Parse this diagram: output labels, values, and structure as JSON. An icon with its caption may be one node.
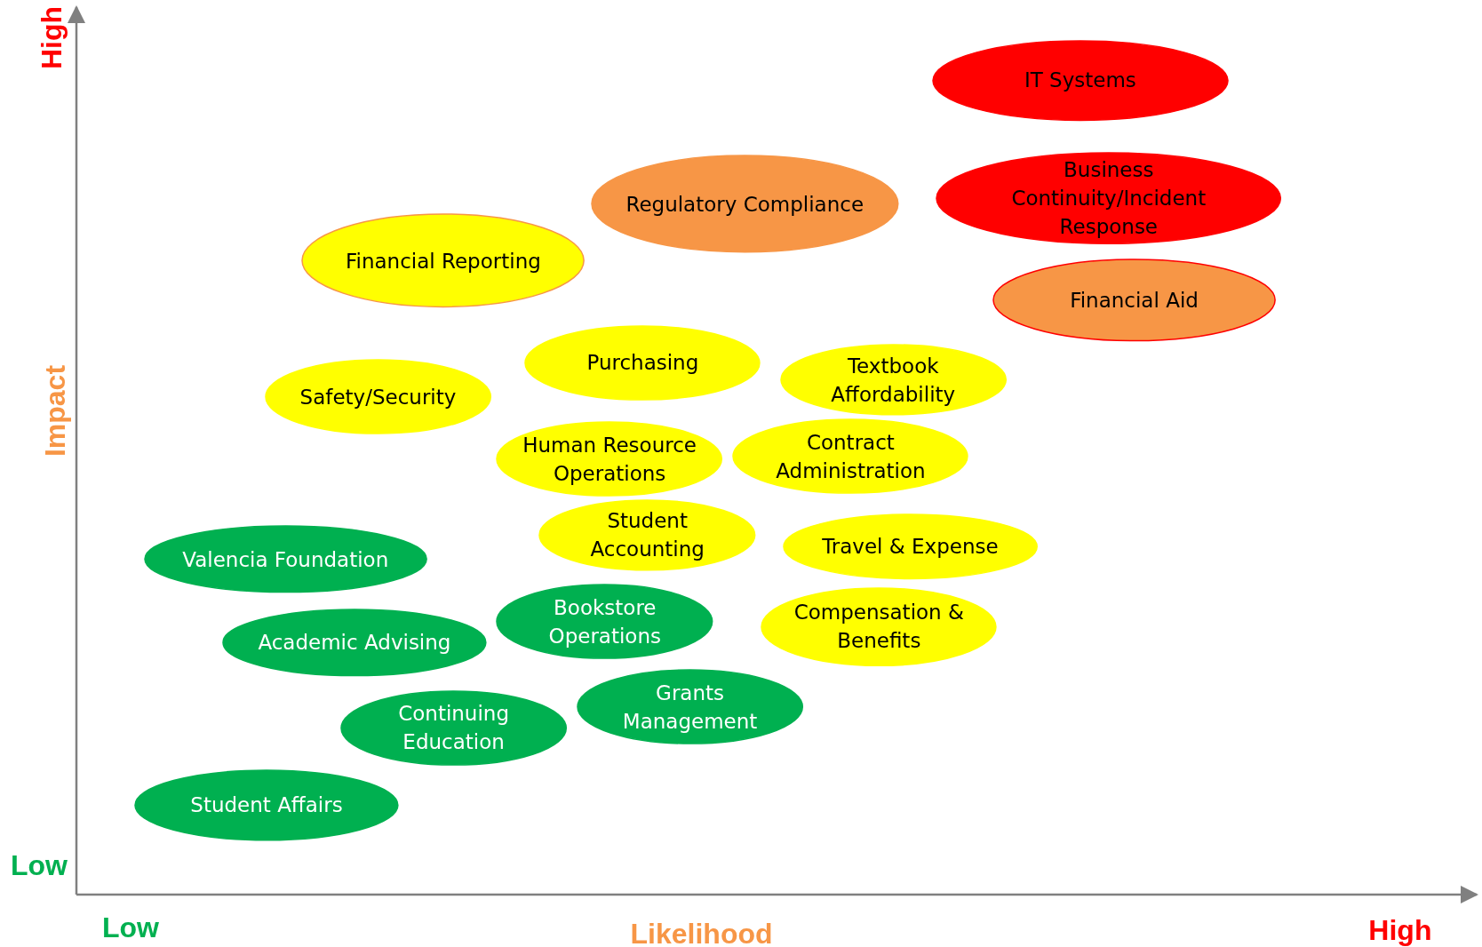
{
  "diagram": {
    "nodes": [
      {
        "text": [
          "IT Systems"
        ]
      },
      {
        "text": [
          "Regulatory Compliance"
        ]
      },
      {
        "text": [
          "Business Continuity/Incident Response"
        ]
      },
      {
        "text": [
          "Financial Reporting"
        ]
      },
      {
        "text": [
          "Financial Aid"
        ]
      },
      {
        "text": [
          "Purchasing"
        ]
      },
      {
        "text": [
          "Textbook Affordability"
        ]
      },
      {
        "text": [
          "Safety/Security"
        ]
      },
      {
        "text": [
          "Human Resource Operations"
        ]
      },
      {
        "text": [
          "Contract Administration"
        ]
      },
      {
        "text": [
          "Valencia Foundation"
        ]
      },
      {
        "text": [
          "Student Accounting"
        ]
      },
      {
        "text": [
          "Travel & Expense"
        ]
      },
      {
        "text": [
          "Academic Advising"
        ]
      },
      {
        "text": [
          "Bookstore Operations"
        ]
      },
      {
        "text": [
          "Compensation & Benefits"
        ]
      },
      {
        "text": [
          "Grants Management"
        ]
      },
      {
        "text": [
          "Continuing Education"
        ]
      },
      {
        "text": [
          "Student Affairs"
        ]
      }
    ],
    "labels": [
      "High",
      "Impact",
      "Low",
      "Low",
      "Likelihood",
      "High"
    ]
  }
}
